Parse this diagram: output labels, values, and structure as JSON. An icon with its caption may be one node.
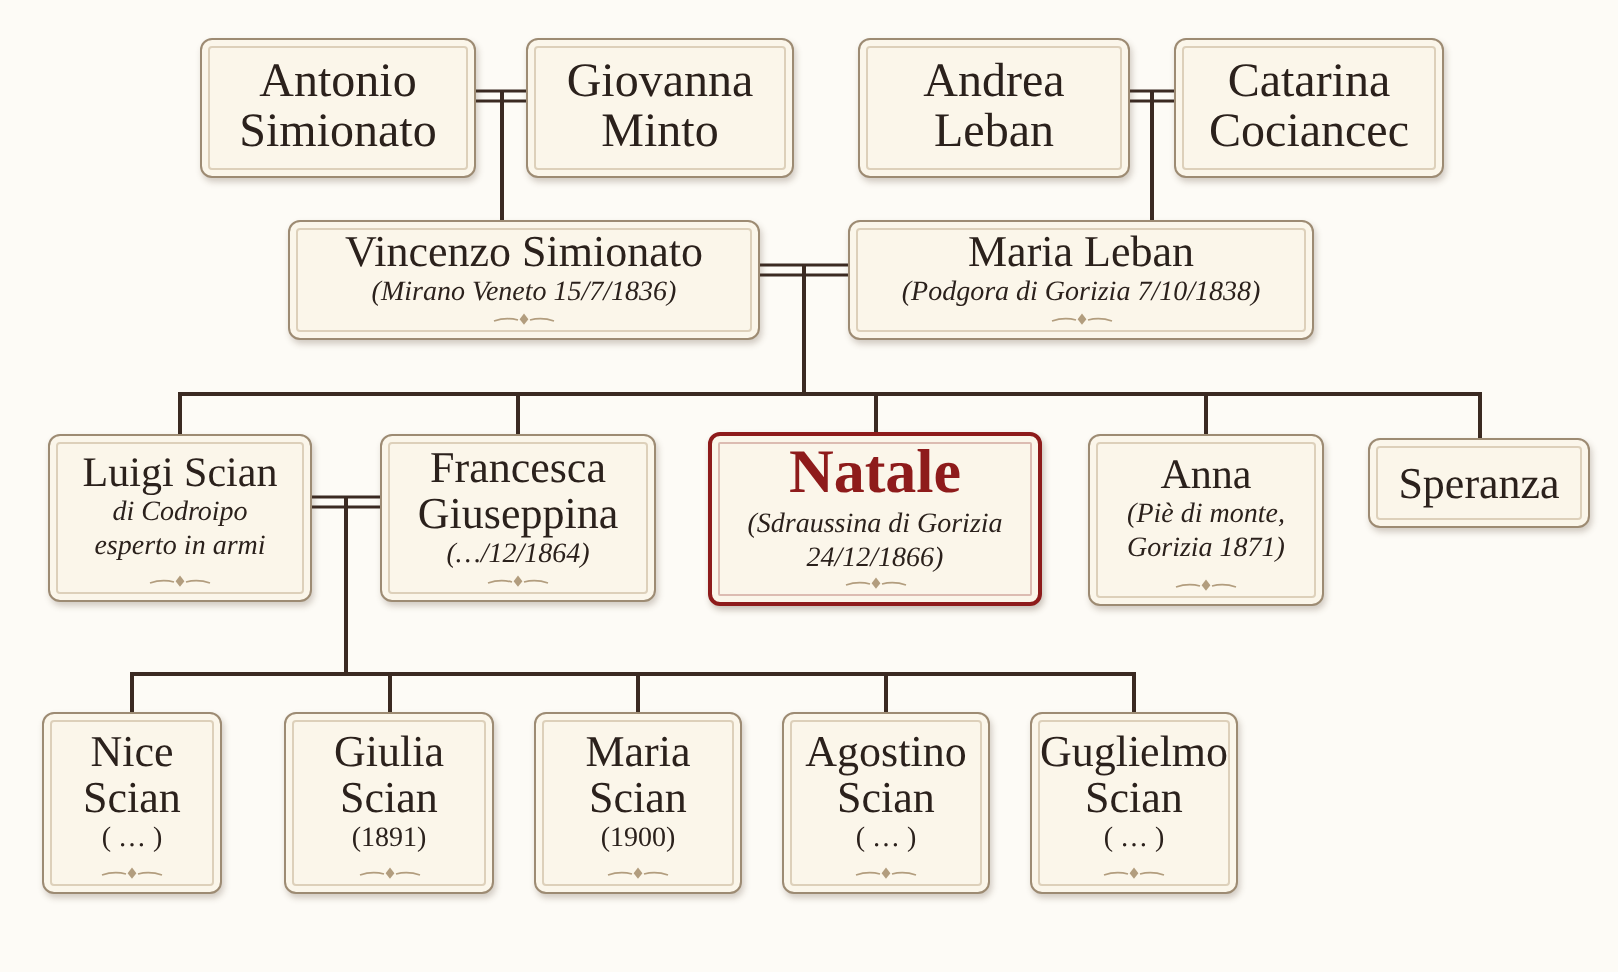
{
  "diagram": {
    "nodes": [
      {
        "text": [
          "Antonio Simionato"
        ]
      },
      {
        "text": [
          "Giovanna Minto"
        ]
      },
      {
        "text": [
          "Andrea Leban"
        ]
      },
      {
        "text": [
          "Catarina Cociancec"
        ]
      },
      {
        "text": [
          "Vincenzo Simionato",
          "(Mirano Veneto 15/7/1836)"
        ]
      },
      {
        "text": [
          "Maria Leban",
          "(Podgora di Gorizia 7/10/1838)"
        ]
      },
      {
        "text": [
          "Luigi Scian",
          "di Codroipo esperto in armi"
        ]
      },
      {
        "text": [
          "Francesca Giuseppina",
          "(…/12/1864)"
        ]
      },
      {
        "text": [
          "Natale",
          "(Sdraussina di Gorizia 24/12/1866)"
        ]
      },
      {
        "text": [
          "Anna",
          "(Piè di monte, Gorizia 1871)"
        ]
      },
      {
        "text": [
          "Speranza"
        ]
      },
      {
        "text": [
          "Nice Scian",
          "( … )"
        ]
      },
      {
        "text": [
          "Giulia Scian",
          "(1891)"
        ]
      },
      {
        "text": [
          "Maria Scian",
          "(1900)"
        ]
      },
      {
        "text": [
          "Agostino Scian",
          "( … )"
        ]
      },
      {
        "text": [
          "Guglielmo Scian",
          "( … )"
        ]
      }
    ],
    "edges": [
      {
        "from": 0,
        "to": 1,
        "arrow": "none"
      },
      {
        "from": 2,
        "to": 3,
        "arrow": "none"
      },
      {
        "from": 0,
        "to": 4,
        "arrow": "none"
      },
      {
        "from": 1,
        "to": 4,
        "arrow": "none"
      },
      {
        "from": 2,
        "to": 5,
        "arrow": "none"
      },
      {
        "from": 3,
        "to": 5,
        "arrow": "none"
      },
      {
        "from": 4,
        "to": 5,
        "arrow": "none"
      },
      {
        "from": 4,
        "to": 6,
        "arrow": "none"
      },
      {
        "from": 5,
        "to": 6,
        "arrow": "none"
      },
      {
        "from": 4,
        "to": 7,
        "arrow": "none"
      },
      {
        "from": 5,
        "to": 7,
        "arrow": "none"
      },
      {
        "from": 4,
        "to": 8,
        "arrow": "none"
      },
      {
        "from": 5,
        "to": 8,
        "arrow": "none"
      },
      {
        "from": 4,
        "to": 9,
        "arrow": "none"
      },
      {
        "from": 5,
        "to": 9,
        "arrow": "none"
      },
      {
        "from": 4,
        "to": 10,
        "arrow": "none"
      },
      {
        "from": 5,
        "to": 10,
        "arrow": "none"
      },
      {
        "from": 6,
        "to": 7,
        "arrow": "none"
      },
      {
        "from": 6,
        "to": 11,
        "arrow": "none"
      },
      {
        "from": 7,
        "to": 11,
        "arrow": "none"
      },
      {
        "from": 6,
        "to": 12,
        "arrow": "none"
      },
      {
        "from": 7,
        "to": 12,
        "arrow": "none"
      },
      {
        "from": 6,
        "to": 13,
        "arrow": "none"
      },
      {
        "from": 7,
        "to": 13,
        "arrow": "none"
      },
      {
        "from": 6,
        "to": 14,
        "arrow": "none"
      },
      {
        "from": 7,
        "to": 14,
        "arrow": "none"
      },
      {
        "from": 6,
        "to": 15,
        "arrow": "none"
      },
      {
        "from": 7,
        "to": 15,
        "arrow": "none"
      }
    ]
  }
}
